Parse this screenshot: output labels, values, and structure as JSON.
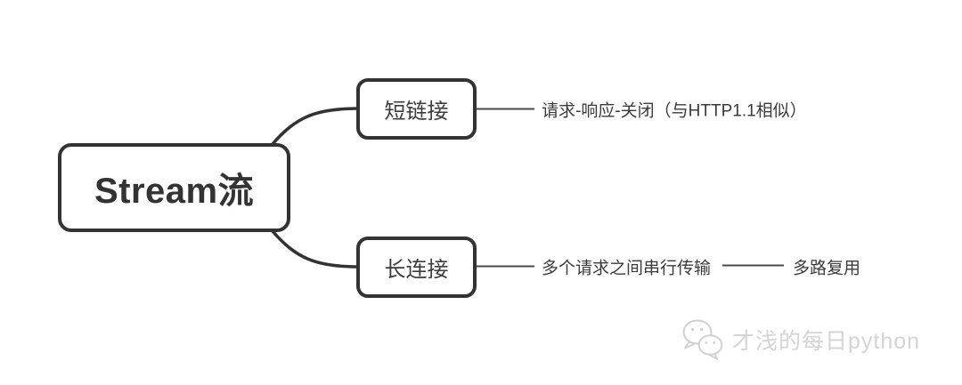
{
  "canvas": {
    "background": "#ffffff"
  },
  "mindmap": {
    "root": {
      "label": "Stream流"
    },
    "branches": [
      {
        "label": "短链接",
        "note": "请求-响应-关闭（与HTTP1.1相似）"
      },
      {
        "label": "长连接",
        "note": "多个请求之间串行传输",
        "child": "多路复用"
      }
    ]
  },
  "watermark": {
    "icon": "wechat-icon",
    "text": "才浅的每日python"
  },
  "colors": {
    "node_border": "#333333",
    "root_text": "#333333",
    "branch_text": "#3d3d3d",
    "note_text": "#3b3b3b",
    "connector_curve": "#333333",
    "connector_line": "#4a4a4a",
    "watermark": "#d4d4d4"
  }
}
